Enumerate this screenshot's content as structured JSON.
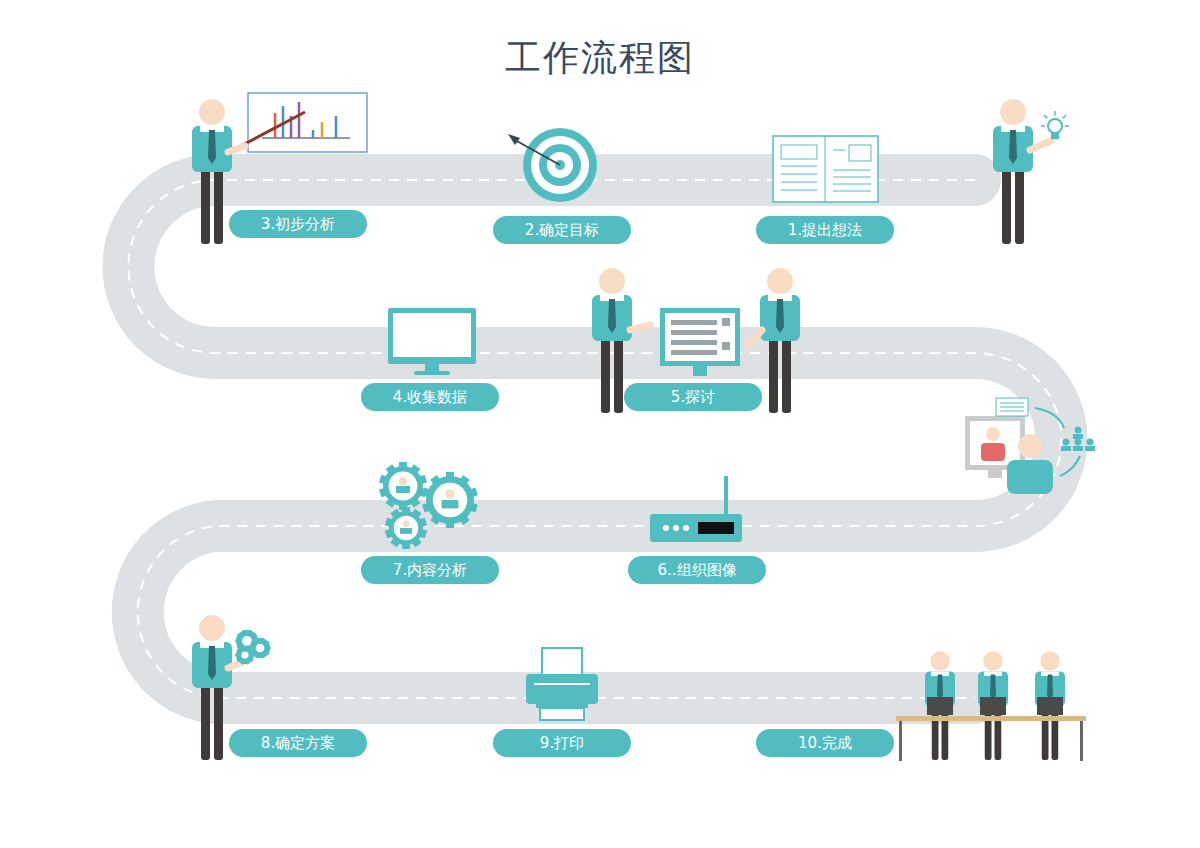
{
  "diagram": {
    "title": "工作流程图",
    "nodes": [
      {
        "text": [
          "1.提出想法"
        ]
      },
      {
        "text": [
          "2.确定目标"
        ]
      },
      {
        "text": [
          "3.初步分析"
        ]
      },
      {
        "text": [
          "4.收集数据"
        ]
      },
      {
        "text": [
          "5.探讨"
        ]
      },
      {
        "text": [
          "6..组织图像"
        ]
      },
      {
        "text": [
          "7.内容分析"
        ]
      },
      {
        "text": [
          "8.确定方案"
        ]
      },
      {
        "text": [
          "9.打印"
        ]
      },
      {
        "text": [
          "10.完成"
        ]
      }
    ]
  }
}
